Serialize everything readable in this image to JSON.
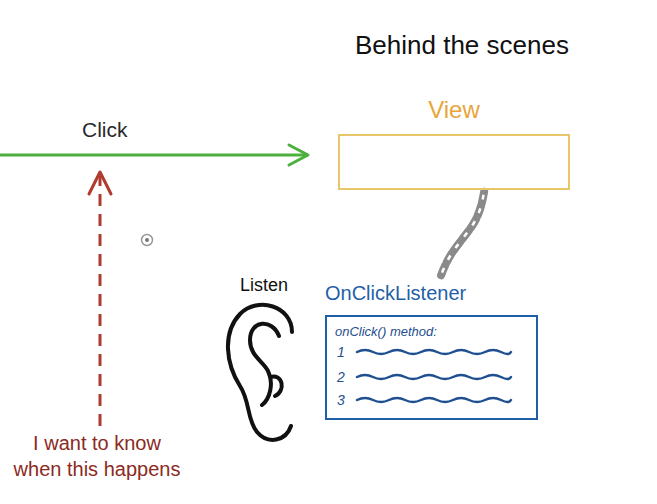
{
  "diagram": {
    "title": "Behind the scenes",
    "nodes": [
      {
        "text": [
          "View"
        ]
      },
      {
        "text": [
          "OnClickListener",
          "onClick() method:"
        ]
      }
    ],
    "edges": [
      {
        "from": 0,
        "to": 1,
        "arrow": "none"
      }
    ],
    "labels": [
      "Click",
      "Listen",
      "1",
      "2",
      "3",
      "I want to know when this happens"
    ]
  }
}
